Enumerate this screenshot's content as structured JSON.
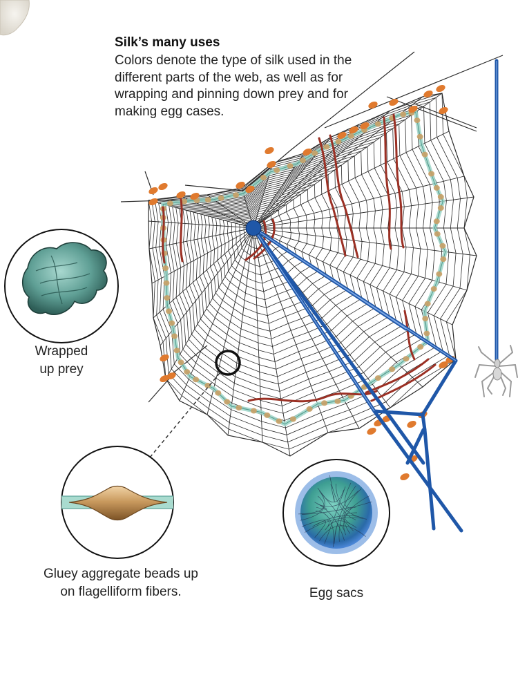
{
  "header": {
    "title": "Silk’s many uses",
    "description": "Colors denote the type of silk used in the different parts of the web, as well as for wrapping and pinning down prey and for making egg cases."
  },
  "captions": {
    "wrapped_prey_line1": "Wrapped",
    "wrapped_prey_line2": "up prey",
    "aggregate_line1": "Gluey aggregate beads up",
    "aggregate_line2": "on flagelliform fibers.",
    "egg_sacs": "Egg sacs"
  },
  "colors": {
    "frame_silk_blue": "#1f57a8",
    "attachment_silk_orange": "#e07a2e",
    "minor_ampullate_red": "#9b3024",
    "aggregate_bead_tan": "#c9a066",
    "flagelliform_teal": "#9fd6c9",
    "web_line": "#2a2a2a",
    "prey_wrap_teal": "#5fa59b",
    "spider_gray": "#a8a8a8"
  },
  "icons": [
    "spider-icon",
    "wrapped-prey-illustration",
    "aggregate-bead-illustration",
    "egg-sac-illustration",
    "magnifier-ring-icon"
  ]
}
